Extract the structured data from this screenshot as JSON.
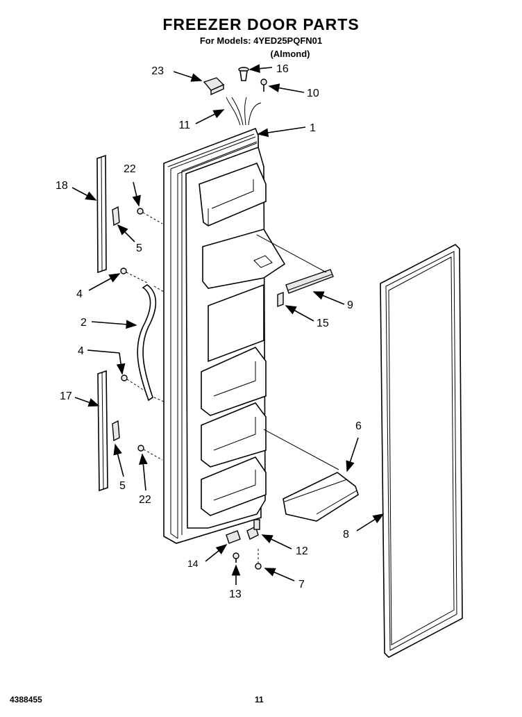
{
  "header": {
    "title": "FREEZER DOOR PARTS",
    "models_line": "For Models: 4YED25PQFN01",
    "color_line": "(Almond)"
  },
  "footer": {
    "doc_number": "4388455",
    "page_number": "11"
  },
  "callouts": {
    "c1": "1",
    "c2": "2",
    "c4a": "4",
    "c4b": "4",
    "c5a": "5",
    "c5b": "5",
    "c6": "6",
    "c7": "7",
    "c8": "8",
    "c9": "9",
    "c10": "10",
    "c11": "11",
    "c12": "12",
    "c13": "13",
    "c14": "14",
    "c15": "15",
    "c16": "16",
    "c17": "17",
    "c18": "18",
    "c22a": "22",
    "c22b": "22",
    "c23": "23"
  }
}
